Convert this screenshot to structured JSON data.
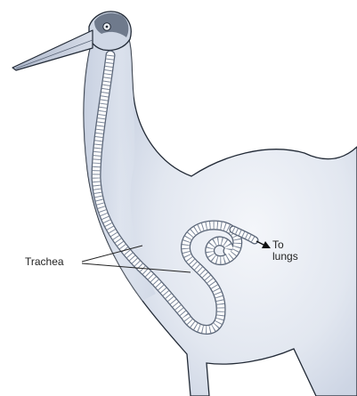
{
  "labels": {
    "trachea": "Trachea",
    "to_lungs_line1": "To",
    "to_lungs_line2": "lungs"
  },
  "colors": {
    "body_fill": "#d3dbe9",
    "body_highlight": "#f4f6fa",
    "outline": "#222a36",
    "head_patch": "#6f7a8c",
    "beak_fill": "#c2cad9",
    "trachea_fill": "#ffffff",
    "trachea_stroke": "#5b6678",
    "leader_line": "#222222",
    "arrow": "#111111"
  }
}
